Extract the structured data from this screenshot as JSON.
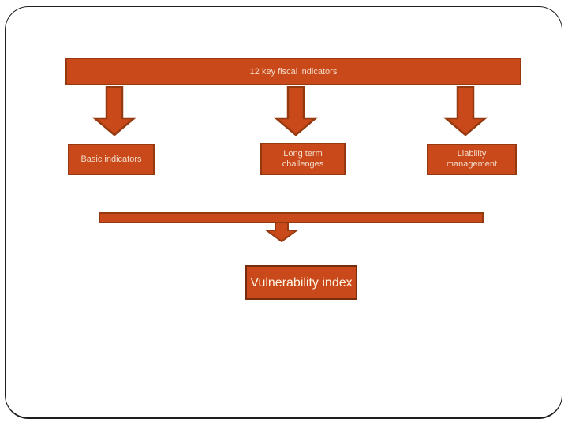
{
  "slide": {
    "background_color": "#ffffff",
    "frame_border_color": "#1e1e1e"
  },
  "colors": {
    "shape_fill": "#C9491A",
    "shape_border": "#953A10",
    "result_box_border": "#772C0B",
    "label_text": "#F2DCC9",
    "result_text": "#FFF3E2"
  },
  "diagram": {
    "title_bar": {
      "label": "12 key fiscal indicators"
    },
    "branches": [
      {
        "label": "Basic indicators"
      },
      {
        "label": "Long term challenges"
      },
      {
        "label": "Liability management"
      }
    ],
    "result_box": {
      "label": "Vulnerability index"
    }
  }
}
